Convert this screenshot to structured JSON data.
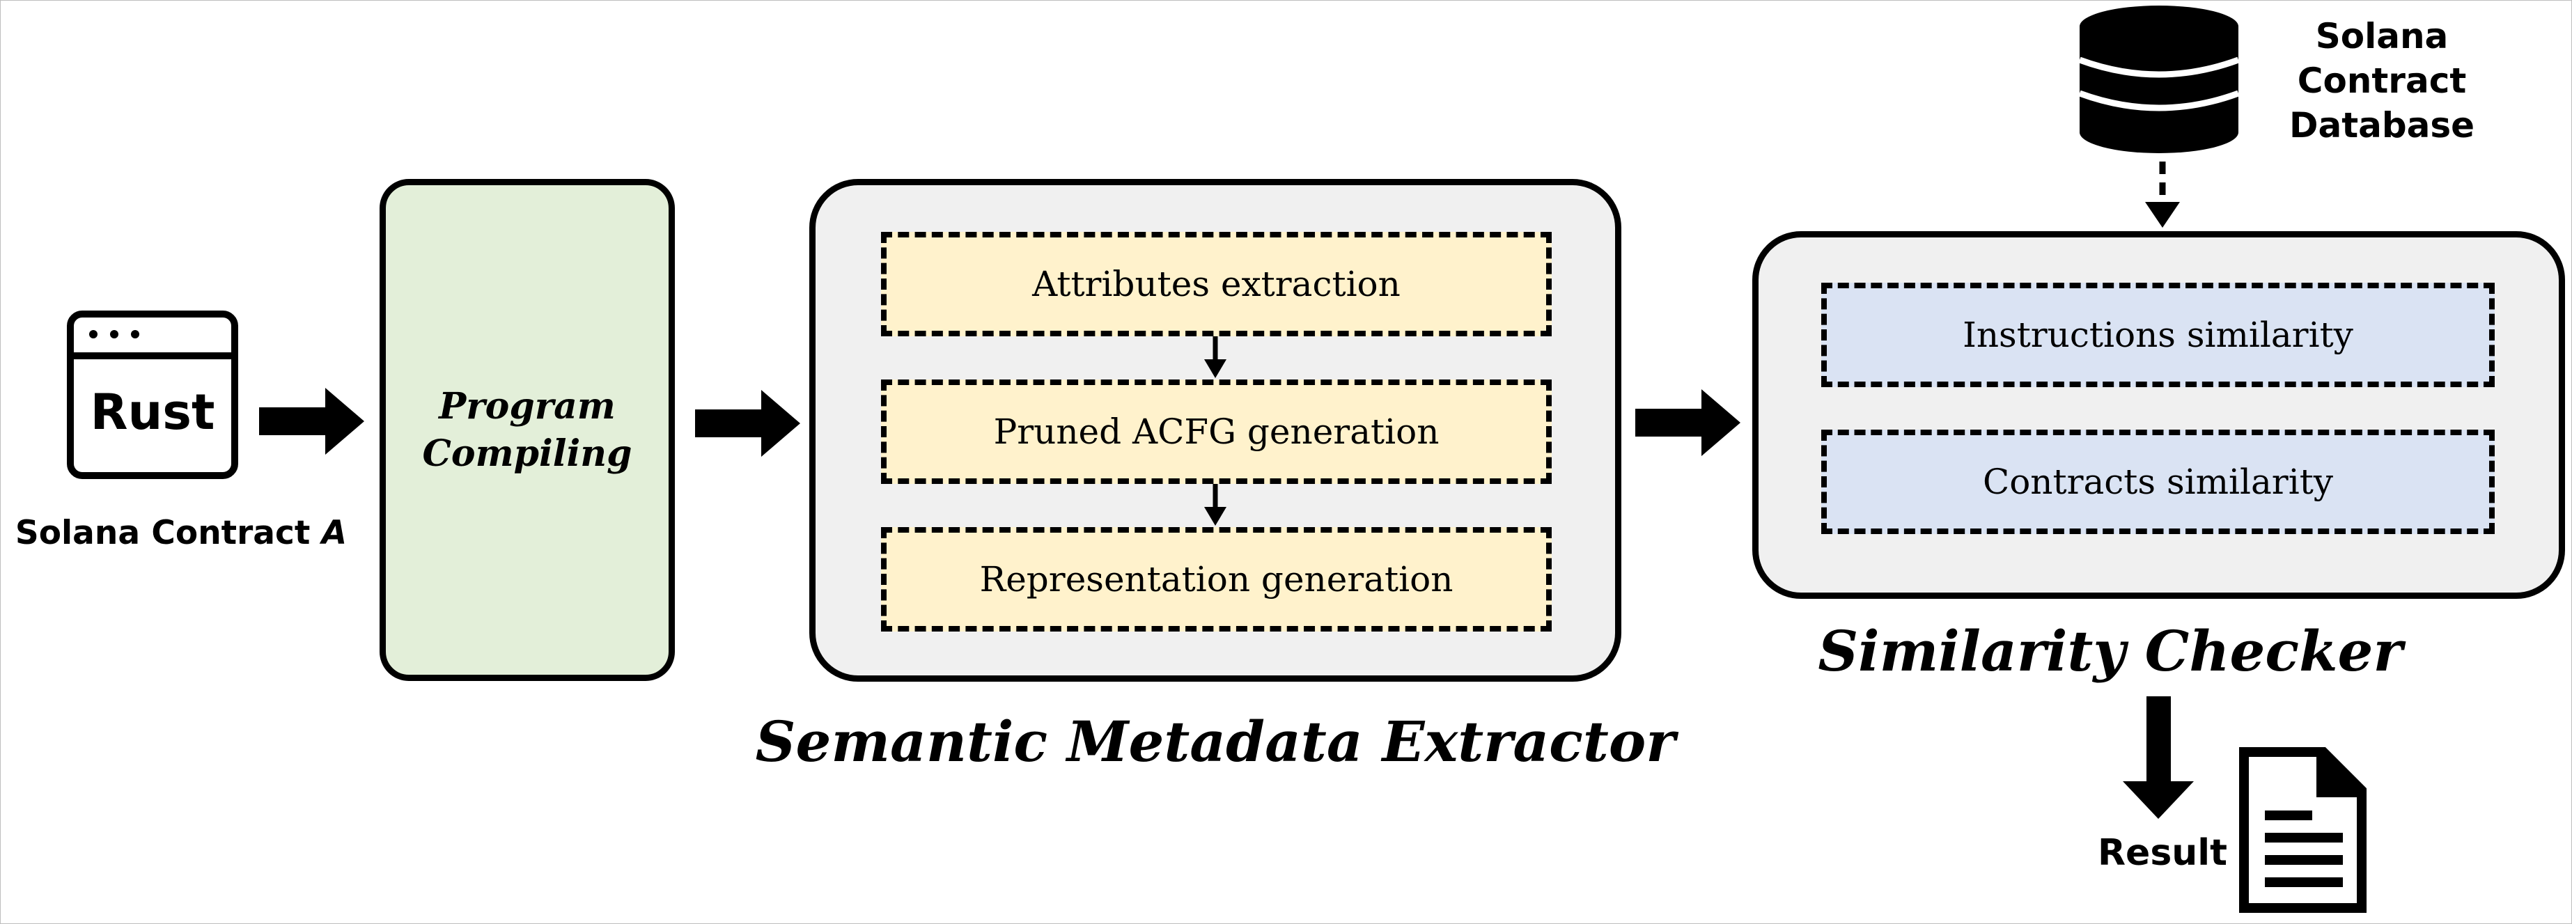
{
  "input": {
    "icon_label": "Rust",
    "caption": "Solana Contract",
    "caption_var": "A"
  },
  "compiling": {
    "label_line1": "Program",
    "label_line2": "Compiling"
  },
  "extractor": {
    "title": "Semantic Metadata Extractor",
    "steps": [
      "Attributes extraction",
      "Pruned ACFG generation",
      "Representation generation"
    ]
  },
  "database": {
    "label_line1": "Solana Contract",
    "label_line2": "Database"
  },
  "checker": {
    "title": "Similarity Checker",
    "steps": [
      "Instructions similarity",
      "Contracts similarity"
    ]
  },
  "result": {
    "label": "Result"
  },
  "colors": {
    "compile_fill": "#e3efd9",
    "stage_fill": "#f0f0f0",
    "extract_step_fill": "#fff2cc",
    "check_step_fill": "#dae3f3"
  }
}
